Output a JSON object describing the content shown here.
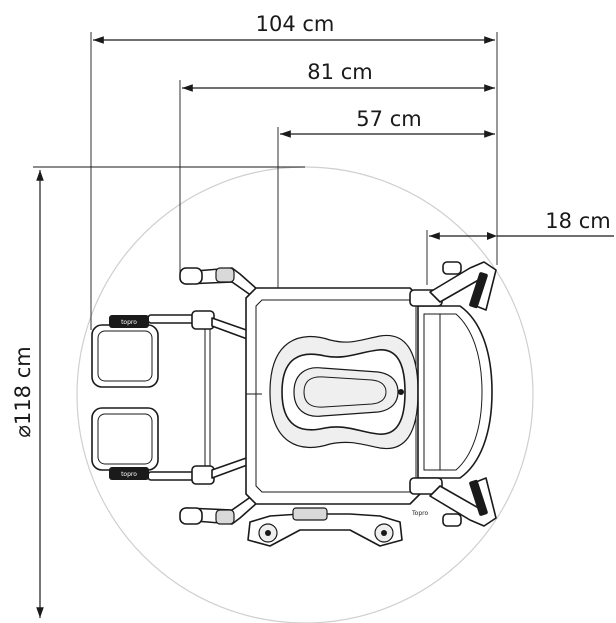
{
  "dimensions": {
    "overall_length": "104 cm",
    "middle_length": "81 cm",
    "seat_length": "57 cm",
    "rear_offset": "18 cm",
    "turning_diameter": "118 cm",
    "diameter_symbol": "⌀"
  },
  "labels": {
    "footrest_brand_top": "topro",
    "footrest_brand_bottom": "topro",
    "frame_brand": "Topro"
  }
}
